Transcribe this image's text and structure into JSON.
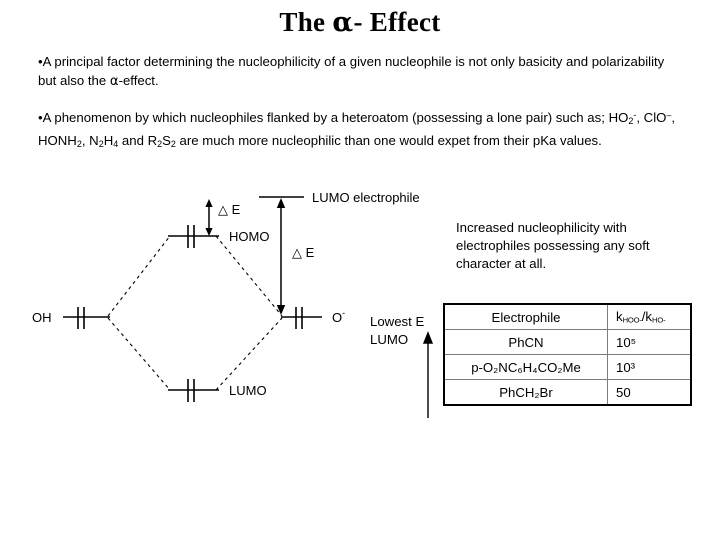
{
  "slide": {
    "title_prefix": "The ",
    "title_alpha": "α",
    "title_suffix": "- Effect"
  },
  "bullets": [
    {
      "marker": "•",
      "text_part1": "A principal factor determining the nucleophilicity of a given nucleophile is not only basicity and polarizability but also the ",
      "alpha": "α",
      "text_part2": "-effect."
    },
    {
      "marker": "•",
      "text_part1": "A phenomenon by which nucleophiles flanked by a heteroatom (possessing a lone pair) such as; HO",
      "sub1": "2",
      "sup1": "-",
      "text_part2": ", ClO",
      "sup2": "–",
      "text_part3": ", HONH",
      "sub2": "2",
      "text_part4": ", N",
      "sub3": "2",
      "text_part5": "H",
      "sub4": "4",
      "text_part6": " and R",
      "sub5": "2",
      "text_part7": "S",
      "sub6": "2",
      "text_part8": " are much more nucleophilic than one would expet from their pKa values."
    }
  ],
  "diagram": {
    "label_oh": "OH",
    "label_o_minus": "O",
    "label_o_minus_charge": "-",
    "label_homo": "HOMO",
    "label_lumo_bottom": "LUMO",
    "label_lumo_electrophile": "LUMO electrophile",
    "label_delta_e_small": "△ E",
    "label_delta_e_large": "△ E",
    "line_color": "#000000"
  },
  "sidenote": {
    "text": "Increased nucleophilicity with electrophiles possessing any soft character at all."
  },
  "lowest_energy": {
    "line1": "Lowest E",
    "line2": "LUMO"
  },
  "table": {
    "header": {
      "col1": "Electrophile",
      "col2_k": "k",
      "col2_sub1": "HOO-",
      "col2_slash": "/k",
      "col2_sub2": "HO-"
    },
    "rows": [
      {
        "electrophile_pre": "PhCN",
        "electrophile_html": "PhCN",
        "value_base": "10",
        "value_exp": "5"
      },
      {
        "electrophile_html": "p-O2NC6H4CO2Me",
        "value_base": "10",
        "value_exp": "3"
      },
      {
        "electrophile_html": "PhCH2Br",
        "value_base": "50",
        "value_exp": ""
      }
    ],
    "row_labels": [
      "PhCN",
      "p-O₂NC₆H₄CO₂Me",
      "PhCH₂Br"
    ],
    "row_values": [
      "10⁵",
      "10³",
      "50"
    ],
    "border_color": "#000000",
    "inner_line_color": "#7c7c7c"
  }
}
